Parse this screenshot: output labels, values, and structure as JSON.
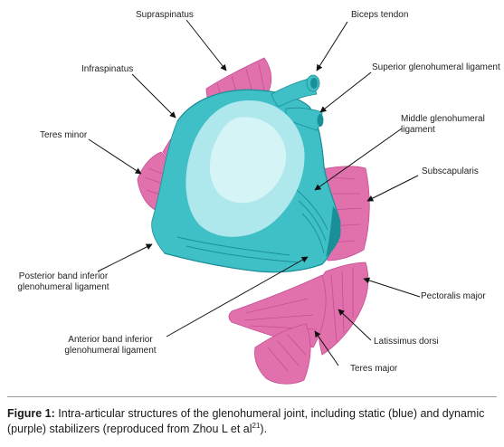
{
  "colors": {
    "muscle": "#e071ad",
    "muscle_dark": "#c84d93",
    "muscle_light": "#f0a3cc",
    "capsule": "#3fc0c6",
    "capsule_dark": "#1b8f98",
    "head": "#aee7ec",
    "head_light": "#d4f4f6",
    "arrow": "#111111",
    "caption_rule": "#9a9a9a"
  },
  "labels": {
    "supraspinatus": "Supraspinatus",
    "biceps_tendon": "Biceps tendon",
    "infraspinatus": "Infraspinatus",
    "superior_ghl": "Superior glenohumeral ligament",
    "teres_minor": "Teres minor",
    "middle_ghl_line1": "Middle glenohumeral",
    "middle_ghl_line2": "ligament",
    "subscapularis": "Subscapularis",
    "posterior_band_line1": "Posterior band inferior",
    "posterior_band_line2": "glenohumeral ligament",
    "pectoralis_major": "Pectoralis major",
    "anterior_band_line1": "Anterior band inferior",
    "anterior_band_line2": "glenohumeral ligament",
    "latissimus_dorsi": "Latissimus dorsi",
    "teres_major": "Teres major"
  },
  "caption": {
    "figure_number": "Figure 1:",
    "text": "Intra-articular structures of the glenohumeral joint, including static (blue) and dynamic (purple) stabilizers (reproduced from Zhou L et al",
    "reference": "21",
    "end": ")."
  }
}
